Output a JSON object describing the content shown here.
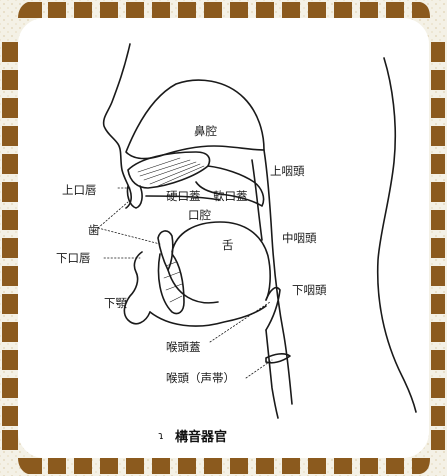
{
  "caption": "構音器官",
  "caption_mark": "ɿ",
  "labels": {
    "bikou": "鼻腔",
    "kamishinkan": "上咽頭",
    "joushin": "上口唇",
    "koukougai": "硬口蓋",
    "nankougai": "軟口蓋",
    "koukou": "口腔",
    "ha": "歯",
    "nakaintou": "中咽頭",
    "shita": "舌",
    "kashin": "下口唇",
    "kaintou": "下咽頭",
    "kagaku": "下顎",
    "koutougai": "喉頭蓋",
    "koutou": "喉頭（声帯）"
  },
  "colors": {
    "border_tile": "#8b5a1e",
    "frame_bg": "#f4f1e6",
    "line": "#1a1a1a"
  }
}
